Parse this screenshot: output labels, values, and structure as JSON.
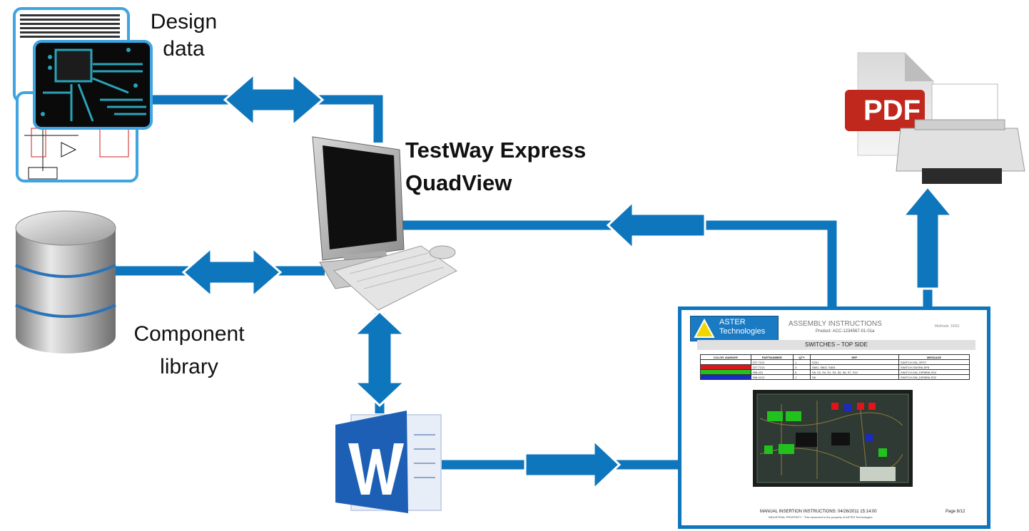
{
  "labels": {
    "design_line1": "Design",
    "design_line2": "data",
    "library_line1": "Component",
    "library_line2": "library",
    "app_line1": "TestWay Express",
    "app_line2": "QuadView",
    "pdf": "PDF"
  },
  "document": {
    "logo_line1": "ASTER",
    "logo_line2": "Technologies",
    "title": "ASSEMBLY INSTRUCTIONS",
    "subtitle": "Product: ACC-1234567-01-01a",
    "method": "Methods: 15/01",
    "section": "SWITCHES – TOP SIDE",
    "table_headers": [
      "COLOR_MARKER",
      "PARTNUMBER",
      "QTY",
      "REF",
      "MESSAGE"
    ],
    "rows": [
      {
        "color": "#ffffff",
        "part": "227-7212",
        "qty": "1",
        "ref": "S201",
        "msg": "SWITCH-SW_SPST"
      },
      {
        "color": "#e0151b",
        "part": "227-7213",
        "qty": "3",
        "ref": "S801, S802, S803",
        "msg": "SWITCH-SW,RNLSP8"
      },
      {
        "color": "#22c21e",
        "part": "998-431",
        "qty": "8",
        "ref": "S8, S2, S4, S1, S3, S5, S6, S7, S10",
        "msg": "SWITCH-SW_DIP8ENLSS4"
      },
      {
        "color": "#1a2bbf",
        "part": "998-4212",
        "qty": "1",
        "ref": "S8",
        "msg": "SWITCH-SW_DIP8ENLSS2"
      }
    ],
    "footer": "MANUAL INSERTION INSTRUCTIONS: 04/26/2011 15:14:00",
    "footer_note": "INDUSTRIAL PROPERTY : This document is the property of ASTER Technologies",
    "page": "Page 8/12"
  },
  "colors": {
    "connector": "#0e76bc",
    "arrow_outline": "#ffffff",
    "pdf_red": "#c0281d",
    "word_blue": "#1d5fb4"
  }
}
